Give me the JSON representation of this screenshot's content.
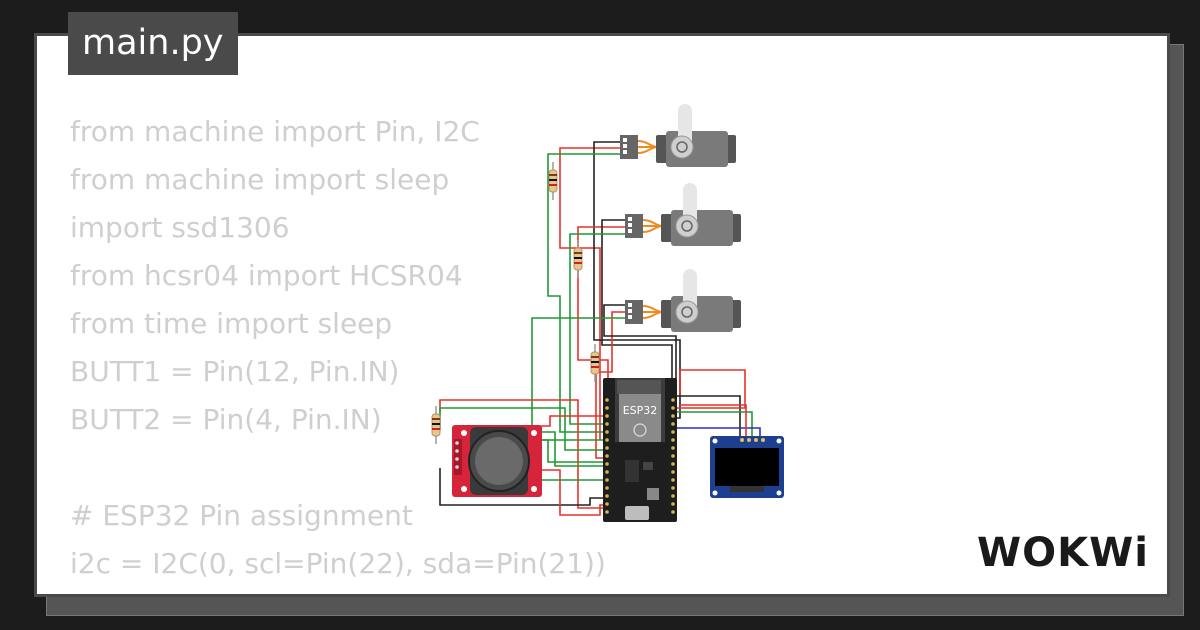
{
  "editor": {
    "filename": "main.py",
    "code_lines": [
      "from machine import Pin, I2C",
      "from machine import sleep",
      "import ssd1306",
      "from hcsr04 import HCSR04",
      "from time import sleep",
      "BUTT1 = Pin(12, Pin.IN)",
      "BUTT2 = Pin(4, Pin.IN)",
      "",
      "# ESP32 Pin assignment",
      "i2c = I2C(0, scl=Pin(22), sda=Pin(21))"
    ]
  },
  "circuit": {
    "mcu_label": "ESP32",
    "components": [
      "servo-icon",
      "servo-icon",
      "servo-icon",
      "resistor-icon",
      "resistor-icon",
      "resistor-icon",
      "resistor-icon",
      "joystick-icon",
      "oled-display-icon",
      "esp32-board-icon"
    ],
    "wire_colors": {
      "red": "#e8322c",
      "green": "#1e9a34",
      "black": "#222222",
      "blue": "#2530c8"
    }
  },
  "branding": {
    "logo_text": "WOKWi",
    "logo_color": "#1a1a1a"
  },
  "theme": {
    "background": "#1c1c1c",
    "card": "#ffffff",
    "tab": "#4a4a4a",
    "code_text": "#cfcfcf"
  }
}
